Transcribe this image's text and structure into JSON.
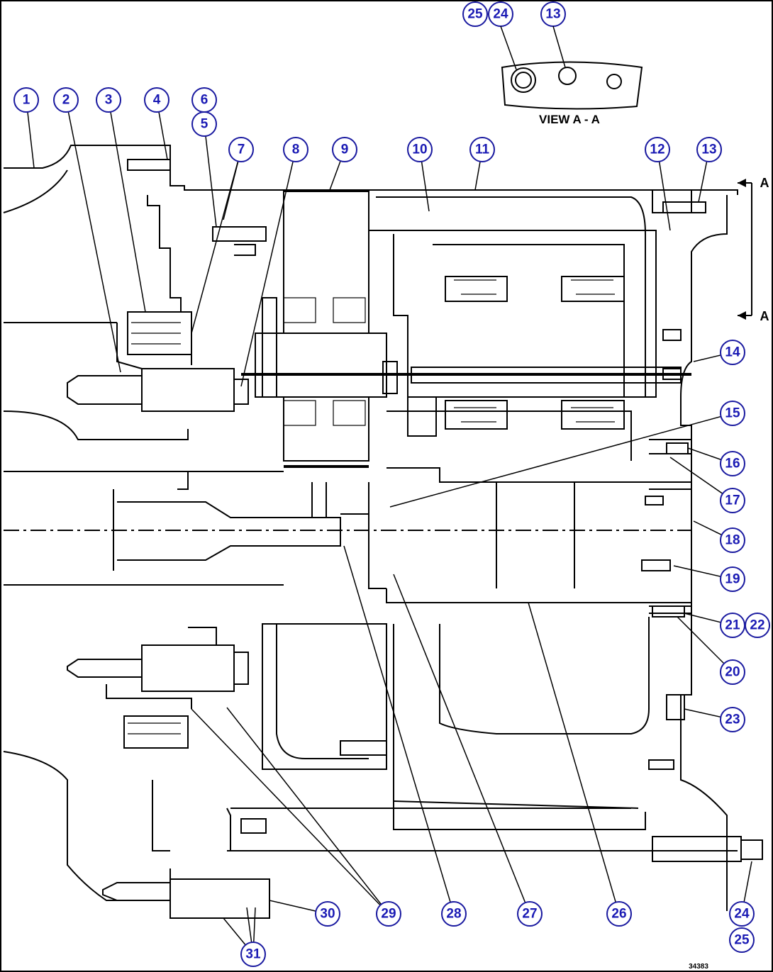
{
  "view_label": "VIEW A - A",
  "section_marker": "A",
  "drawing_number": "34383",
  "callouts": [
    "1",
    "2",
    "3",
    "4",
    "5",
    "6",
    "7",
    "8",
    "9",
    "10",
    "11",
    "12",
    "13",
    "14",
    "15",
    "16",
    "17",
    "18",
    "19",
    "20",
    "21",
    "22",
    "23",
    "24",
    "25",
    "26",
    "27",
    "28",
    "29",
    "30",
    "31"
  ],
  "view_callouts": [
    "25",
    "24",
    "13"
  ],
  "bottom_callouts": [
    "24",
    "25"
  ]
}
